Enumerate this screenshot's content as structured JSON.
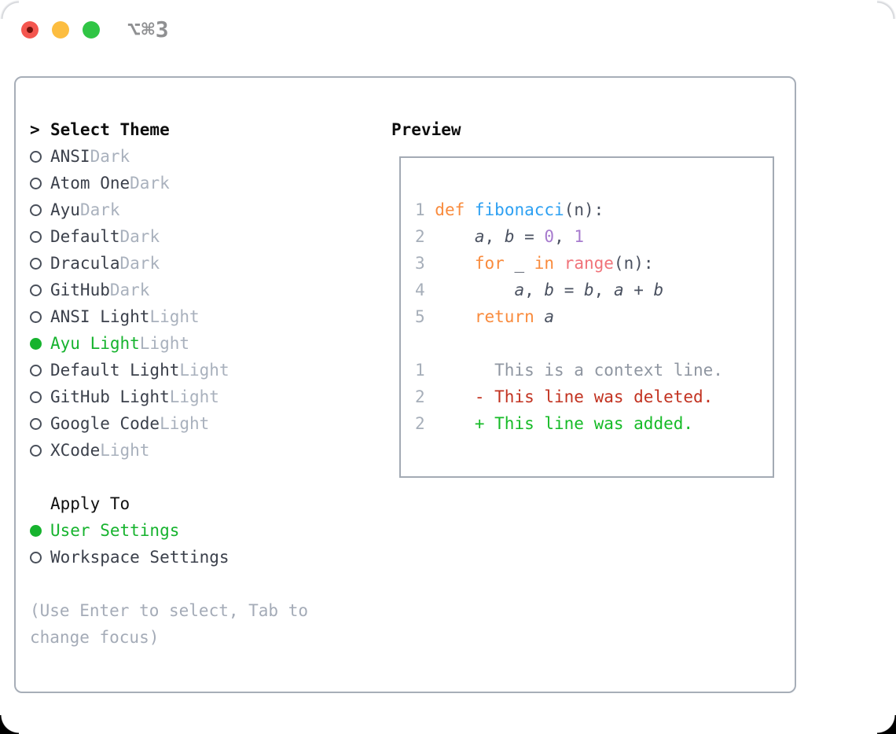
{
  "window": {
    "shortcut": "⌥⌘3"
  },
  "theme_panel": {
    "header": {
      "prompt": ">",
      "label": "Select Theme"
    },
    "themes": [
      {
        "name": "ANSI",
        "variant": "Dark",
        "selected": false
      },
      {
        "name": "Atom One",
        "variant": "Dark",
        "selected": false
      },
      {
        "name": "Ayu",
        "variant": "Dark",
        "selected": false
      },
      {
        "name": "Default",
        "variant": "Dark",
        "selected": false
      },
      {
        "name": "Dracula",
        "variant": "Dark",
        "selected": false
      },
      {
        "name": "GitHub",
        "variant": "Dark",
        "selected": false
      },
      {
        "name": "ANSI Light",
        "variant": "Light",
        "selected": false
      },
      {
        "name": "Ayu Light",
        "variant": "Light",
        "selected": true
      },
      {
        "name": "Default Light",
        "variant": "Light",
        "selected": false
      },
      {
        "name": "GitHub Light",
        "variant": "Light",
        "selected": false
      },
      {
        "name": "Google Code",
        "variant": "Light",
        "selected": false
      },
      {
        "name": "XCode",
        "variant": "Light",
        "selected": false
      }
    ],
    "apply_to": {
      "label": "Apply To",
      "options": [
        {
          "label": "User Settings",
          "selected": true
        },
        {
          "label": "Workspace Settings",
          "selected": false
        }
      ]
    },
    "hint_lines": [
      "(Use Enter to select, Tab to",
      "change focus)"
    ]
  },
  "preview": {
    "label": "Preview",
    "code_lines": [
      {
        "num": "1",
        "tokens": [
          {
            "t": "def",
            "s": "kw"
          },
          {
            "t": " ",
            "s": "d"
          },
          {
            "t": "fibonacci",
            "s": "fn"
          },
          {
            "t": "(n):",
            "s": "d"
          }
        ]
      },
      {
        "num": "2",
        "tokens": [
          {
            "t": "    ",
            "s": "d"
          },
          {
            "t": "a",
            "s": "v"
          },
          {
            "t": ", ",
            "s": "d"
          },
          {
            "t": "b",
            "s": "v"
          },
          {
            "t": " = ",
            "s": "d"
          },
          {
            "t": "0",
            "s": "num"
          },
          {
            "t": ", ",
            "s": "d"
          },
          {
            "t": "1",
            "s": "num"
          }
        ]
      },
      {
        "num": "3",
        "tokens": [
          {
            "t": "    ",
            "s": "d"
          },
          {
            "t": "for",
            "s": "kw"
          },
          {
            "t": " _ ",
            "s": "d"
          },
          {
            "t": "in",
            "s": "kw"
          },
          {
            "t": " ",
            "s": "d"
          },
          {
            "t": "range",
            "s": "call"
          },
          {
            "t": "(n):",
            "s": "d"
          }
        ]
      },
      {
        "num": "4",
        "tokens": [
          {
            "t": "        ",
            "s": "d"
          },
          {
            "t": "a",
            "s": "v"
          },
          {
            "t": ", ",
            "s": "d"
          },
          {
            "t": "b",
            "s": "v"
          },
          {
            "t": " = ",
            "s": "d"
          },
          {
            "t": "b",
            "s": "v"
          },
          {
            "t": ", ",
            "s": "d"
          },
          {
            "t": "a",
            "s": "v"
          },
          {
            "t": " + ",
            "s": "d"
          },
          {
            "t": "b",
            "s": "v"
          }
        ]
      },
      {
        "num": "5",
        "tokens": [
          {
            "t": "    ",
            "s": "d"
          },
          {
            "t": "return",
            "s": "kw"
          },
          {
            "t": " ",
            "s": "d"
          },
          {
            "t": "a",
            "s": "v"
          }
        ]
      }
    ],
    "diff_lines": [
      {
        "num": "1",
        "tokens": [
          {
            "t": "      This is a context line.",
            "s": "ctx"
          }
        ]
      },
      {
        "num": "2",
        "tokens": [
          {
            "t": "    ",
            "s": "d"
          },
          {
            "t": "- This line was deleted.",
            "s": "del"
          }
        ]
      },
      {
        "num": "2",
        "tokens": [
          {
            "t": "    ",
            "s": "d"
          },
          {
            "t": "+ This line was added.",
            "s": "add"
          }
        ]
      }
    ]
  },
  "colors": {
    "selection_green": "#16b32e",
    "diff_added_green": "#16bb27",
    "diff_deleted_red": "#c23220",
    "syntax_keyword_orange": "#f98b3d",
    "syntax_function_blue": "#2da0f2",
    "syntax_number_purple": "#a77bce",
    "syntax_builtin_coral": "#f0737a",
    "code_default": "#4a5160",
    "line_number_gray": "#a6aeb9",
    "muted_gray": "#a9b1bd",
    "text_dark": "#3b404b",
    "traffic_red": "#f4564f",
    "traffic_red_dot": "#74120c",
    "traffic_yellow": "#fcbd40",
    "traffic_green": "#30c545"
  }
}
